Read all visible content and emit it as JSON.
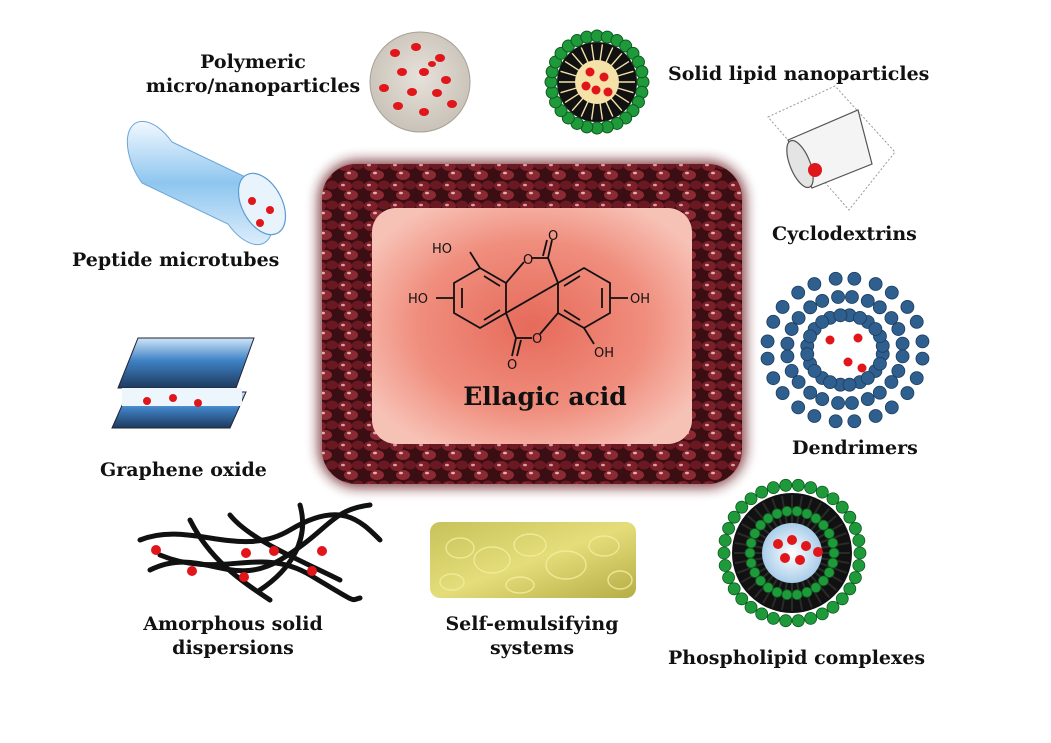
{
  "center": {
    "compound_name": "Ellagic  acid",
    "substituents": {
      "ho_top": "HO",
      "ho_left": "HO",
      "oh_right": "OH",
      "oh_bottom": "OH",
      "o": "O"
    }
  },
  "carriers": {
    "polymeric": {
      "line1": "Polymeric",
      "line2": "micro/nanoparticles"
    },
    "solid_lipid": {
      "label": "Solid lipid nanoparticles"
    },
    "cyclodextrins": {
      "label": "Cyclodextrins"
    },
    "peptide": {
      "label": "Peptide microtubes"
    },
    "dendrimers": {
      "label": "Dendrimers"
    },
    "graphene": {
      "label": "Graphene oxide"
    },
    "amorphous": {
      "line1": "Amorphous solid",
      "line2": "dispersions"
    },
    "self_emulsifying": {
      "line1": "Self-emulsifying",
      "line2": "systems"
    },
    "phospholipid": {
      "label": "Phospholipid complexes"
    }
  },
  "colors": {
    "drug_dot": "#e0161b",
    "lipid_head": "#1f9a3a",
    "dendrimer_node": "#2e5f8f",
    "background_seed": "#6b1a22",
    "center_panel": "#f0917f"
  }
}
